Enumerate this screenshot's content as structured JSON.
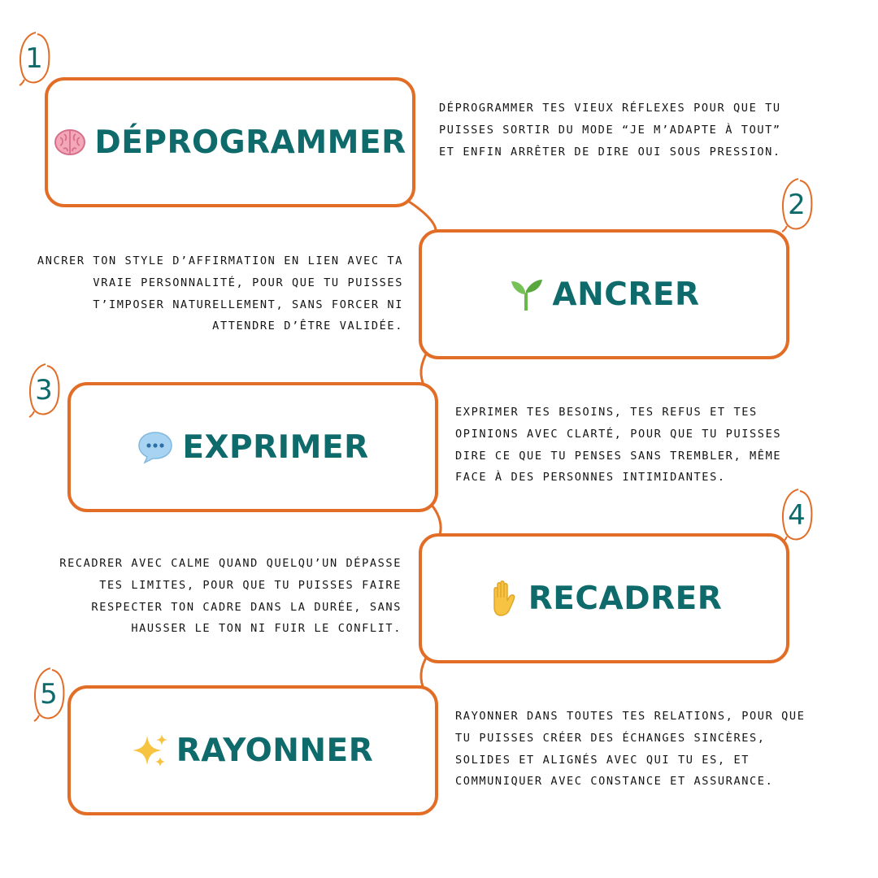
{
  "colors": {
    "accent": "#e26d27",
    "title": "#0f6b6b",
    "text": "#151515"
  },
  "steps": [
    {
      "number": "1",
      "title": "DÉPROGRAMMER",
      "icon": "brain-icon",
      "description": "Déprogrammer tes vieux réflexes pour que tu puisses sortir du mode “je m’adapte à tout” et enfin arrêter de dire oui sous pression."
    },
    {
      "number": "2",
      "title": "ANCRER",
      "icon": "seedling-icon",
      "description": "Ancrer ton style d’affirmation en lien avec ta vraie personnalité, pour que tu puisses t’imposer naturellement, sans forcer ni attendre d’être validée."
    },
    {
      "number": "3",
      "title": "EXPRIMER",
      "icon": "speech-bubble-icon",
      "description": "Exprimer tes besoins, tes refus et tes opinions avec clarté, pour que tu puisses dire ce que tu penses sans trembler, même face à des personnes intimidantes."
    },
    {
      "number": "4",
      "title": "RECADRER",
      "icon": "raised-hand-icon",
      "description": "Recadrer avec calme quand quelqu’un dépasse tes limites, pour que tu puisses faire respecter ton cadre dans la durée, sans hausser le ton ni fuir le conflit."
    },
    {
      "number": "5",
      "title": "RAYONNER",
      "icon": "sparkles-icon",
      "description": "Rayonner dans toutes tes relations, pour que tu puisses créer des échanges sincères, solides et alignés avec qui tu es, et communiquer avec constance et assurance."
    }
  ]
}
